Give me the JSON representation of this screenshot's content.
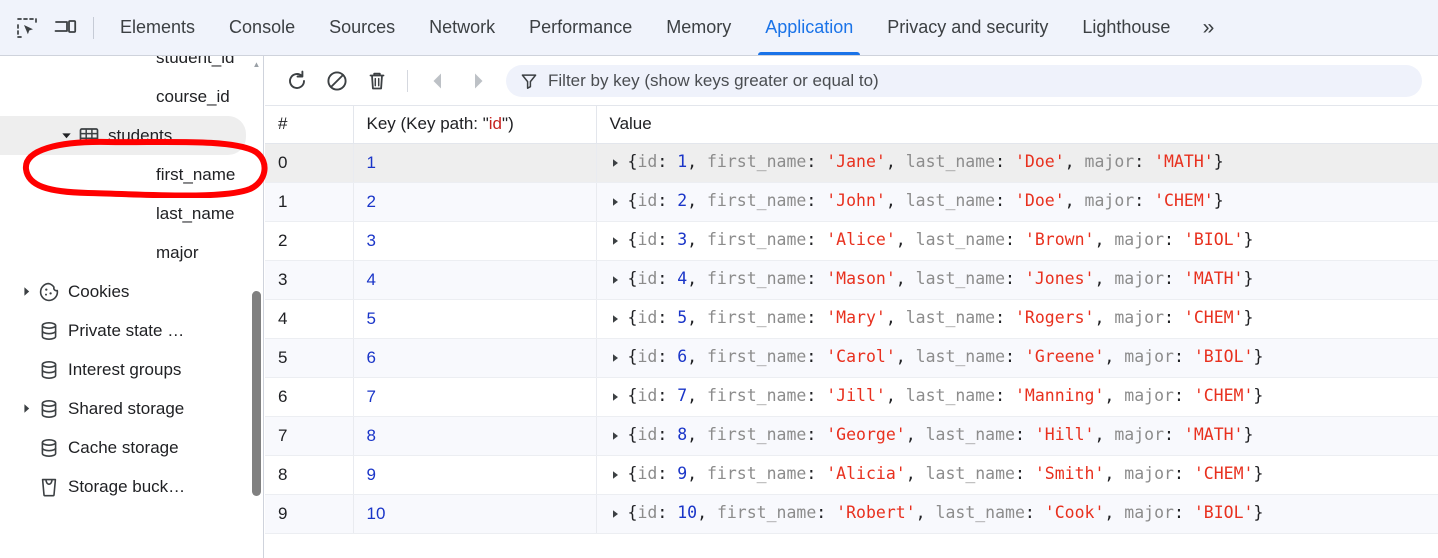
{
  "tabbar": {
    "icons": [
      {
        "name": "inspect-element-icon",
        "label": "Inspect element"
      },
      {
        "name": "device-toolbar-icon",
        "label": "Toggle device toolbar"
      }
    ],
    "tabs": [
      {
        "label": "Elements",
        "active": false
      },
      {
        "label": "Console",
        "active": false
      },
      {
        "label": "Sources",
        "active": false
      },
      {
        "label": "Network",
        "active": false
      },
      {
        "label": "Performance",
        "active": false
      },
      {
        "label": "Memory",
        "active": false
      },
      {
        "label": "Application",
        "active": true
      },
      {
        "label": "Privacy and security",
        "active": false
      },
      {
        "label": "Lighthouse",
        "active": false
      }
    ],
    "more_label": "»",
    "accent_color": "#1a73e8",
    "background_color": "#f0f3fb"
  },
  "sidebar": {
    "items": [
      {
        "label": "student_id",
        "icon": "",
        "twisty": "",
        "indent": 104,
        "selected": false
      },
      {
        "label": "course_id",
        "icon": "",
        "twisty": "",
        "indent": 104,
        "selected": false
      },
      {
        "label": "students",
        "icon": "table-icon",
        "twisty": "expanded",
        "indent": 56,
        "selected": true
      },
      {
        "label": "first_name",
        "icon": "",
        "twisty": "",
        "indent": 104,
        "selected": false
      },
      {
        "label": "last_name",
        "icon": "",
        "twisty": "",
        "indent": 104,
        "selected": false
      },
      {
        "label": "major",
        "icon": "",
        "twisty": "",
        "indent": 104,
        "selected": false
      },
      {
        "label": "Cookies",
        "icon": "cookie-icon",
        "twisty": "collapsed",
        "indent": 16,
        "selected": false
      },
      {
        "label": "Private state …",
        "icon": "database-icon",
        "twisty": "",
        "indent": 16,
        "selected": false
      },
      {
        "label": "Interest groups",
        "icon": "database-icon",
        "twisty": "",
        "indent": 16,
        "selected": false
      },
      {
        "label": "Shared storage",
        "icon": "database-icon",
        "twisty": "collapsed",
        "indent": 16,
        "selected": false
      },
      {
        "label": "Cache storage",
        "icon": "database-icon",
        "twisty": "",
        "indent": 16,
        "selected": false
      },
      {
        "label": "Storage buck…",
        "icon": "bucket-icon",
        "twisty": "",
        "indent": 16,
        "selected": false
      }
    ]
  },
  "annotation": {
    "shape": "ellipse",
    "color": "#ff0000",
    "targets": "students"
  },
  "toolbar": {
    "refresh_label": "Refresh",
    "clear_label": "Clear object store",
    "delete_label": "Delete selected",
    "prev_label": "Show previous page",
    "next_label": "Show next page",
    "filter_placeholder": "Filter by key (show keys greater or equal to)"
  },
  "table": {
    "columns": [
      {
        "key": "index",
        "label": "#"
      },
      {
        "key": "key",
        "label_prefix": "Key (Key path: ",
        "label_quote": "\"",
        "label_path": "id",
        "label_suffix": ")"
      },
      {
        "key": "value",
        "label": "Value"
      }
    ],
    "key_path": "id",
    "rows": [
      {
        "index": "0",
        "key": "1",
        "selected": true,
        "id": "1",
        "first_name": "Jane",
        "last_name": "Doe",
        "major": "MATH"
      },
      {
        "index": "1",
        "key": "2",
        "selected": false,
        "id": "2",
        "first_name": "John",
        "last_name": "Doe",
        "major": "CHEM"
      },
      {
        "index": "2",
        "key": "3",
        "selected": false,
        "id": "3",
        "first_name": "Alice",
        "last_name": "Brown",
        "major": "BIOL"
      },
      {
        "index": "3",
        "key": "4",
        "selected": false,
        "id": "4",
        "first_name": "Mason",
        "last_name": "Jones",
        "major": "MATH"
      },
      {
        "index": "4",
        "key": "5",
        "selected": false,
        "id": "5",
        "first_name": "Mary",
        "last_name": "Rogers",
        "major": "CHEM"
      },
      {
        "index": "5",
        "key": "6",
        "selected": false,
        "id": "6",
        "first_name": "Carol",
        "last_name": "Greene",
        "major": "BIOL"
      },
      {
        "index": "6",
        "key": "7",
        "selected": false,
        "id": "7",
        "first_name": "Jill",
        "last_name": "Manning",
        "major": "CHEM"
      },
      {
        "index": "7",
        "key": "8",
        "selected": false,
        "id": "8",
        "first_name": "George",
        "last_name": "Hill",
        "major": "MATH"
      },
      {
        "index": "8",
        "key": "9",
        "selected": false,
        "id": "9",
        "first_name": "Alicia",
        "last_name": "Smith",
        "major": "CHEM"
      },
      {
        "index": "9",
        "key": "10",
        "selected": false,
        "id": "10",
        "first_name": "Robert",
        "last_name": "Cook",
        "major": "BIOL"
      }
    ],
    "value_property_names": [
      "id",
      "first_name",
      "last_name",
      "major"
    ],
    "colors": {
      "string": "#e8301e",
      "number": "#1a35c8",
      "property": "#8c8c8c",
      "punctuation": "#202124",
      "key_cell": "#1a35c8",
      "selected_row": "#eeeeee",
      "odd_row": "#f8f9fd"
    }
  }
}
